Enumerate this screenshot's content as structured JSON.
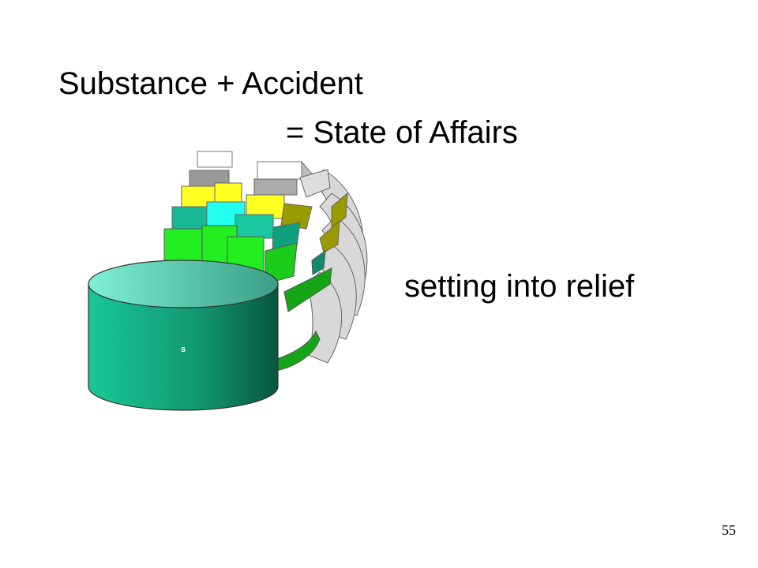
{
  "slide": {
    "title_line1": "Substance + Accident",
    "title_line2": "= State of Affairs",
    "caption": "setting into relief",
    "slide_number": "55"
  },
  "illustration": {
    "cylinder_label": "s",
    "colors": {
      "cylinder_top": "#6fe0c4",
      "cylinder_side": "#15a37d",
      "cylinder_dark": "#0a6b50",
      "green": "#22ee22",
      "teal": "#17b896",
      "cyan": "#22ffee",
      "yellow": "#ffff22",
      "olive": "#999900",
      "grey": "#999999",
      "light_grey": "#d8d8d8",
      "white_block": "#ffffff"
    }
  }
}
